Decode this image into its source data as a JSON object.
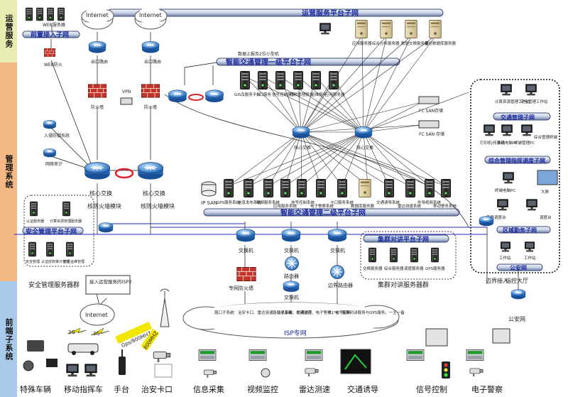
{
  "bands": {
    "ops": "运营服务",
    "mgmt": "管理系统",
    "front": "前端子系统"
  },
  "buses": {
    "ops_platform": "运营服务平台子网",
    "front_access": "前置接入子网",
    "its_l1": "智能交通管理一级平台子网",
    "its_l2": "智能交通管理二级平台子网",
    "security_platform": "安全管理平台子网",
    "trunking": "集群对讲平台子网",
    "command_center": "综合管理指挥调度子网",
    "zone_ctrl": "交通管理子网",
    "police_sub": "区域勤务子网",
    "public_security": "公安网"
  },
  "labels": {
    "internet": "Internet",
    "web_server": "WEB服务器",
    "web_firewall": "WEB防火",
    "egress_router": "出口路由",
    "firewall": "防火墙",
    "vpn": "VPN",
    "intrusion_detection": "入侵防御系统",
    "net_audit": "网络审计",
    "core_switch": "核心交换",
    "core_firewall": "核防火墙模块",
    "ops_servers": [
      "应用服务器",
      "综合分析服务器",
      "数据交换服务器",
      "备份数据库服务器"
    ],
    "l1_note": "数据上报及2位小型机",
    "l1_servers": [
      "GIS及服务平台",
      "卡口服务",
      "信号控制服务",
      "视频管理服务",
      "运维服务",
      "应用服务器"
    ],
    "l1_switch": "核心交换",
    "fc_san_1": "FC SAN存储",
    "fc_san_2": "FC SAN 存储",
    "ip_san": "IP SAN",
    "l2_servers": [
      "GPS服务系统",
      "信息发布系统",
      "视频服务系统",
      "应用服务系统",
      "信号控制系统",
      "电子警察系统",
      "卡口服务系统",
      "数据库服务器",
      "交通诱导系统",
      "雷达测速系统",
      "外场视频系统",
      "移动警务系统"
    ],
    "sec_servers": [
      "认证服务器",
      "计算资源管理服务器",
      "安全管理",
      "认证授权审计管理",
      "安全运维管理"
    ],
    "security_caption": "安全管理服务器群",
    "trunk_servers": [
      "交换服务器",
      "综合服务器",
      "调度服务器",
      "GPS服务器"
    ],
    "trunk_caption": "集群对讲服务器群",
    "switch": "交换机",
    "dedicated_firewall": "专网防火墙",
    "router": "路由器",
    "border_router": "边界路由器",
    "boundary_access": "边界接入",
    "command_hall": "指控大厅",
    "isp_box": "接入运营服务的ISP2",
    "cloud_text_1": "路口子系统：治安卡口、雷达测速、信息采集、交通诱导",
    "cloud_text_2": "路口子系统：视频监控、电子警察、信号控制",
    "cloud_text_3": "E1*4：集群对讲服务与GPS服务，一主一备",
    "isp_net": "ISP专网",
    "net_3g_a": "3G",
    "net_3g_b": "3G",
    "gps_link": "Gps/800MHZ",
    "link_800": "800MHZ",
    "cmd_items": [
      "计算资源管理工作站",
      "安全管理工作站",
      "打印机/传真机",
      "移动电脑PC",
      "终端管理PC",
      "综合管理终端",
      "终端电脑PC",
      "大屏",
      "集群调度台",
      "调度台",
      "工作站",
      "工作站"
    ],
    "cmd_printer": "打印机/传真机",
    "big_screen": "大屏",
    "workstation": "工作站"
  },
  "front_items": [
    "特殊车辆",
    "移动指挥车",
    "手台",
    "治安卡口",
    "信息采集",
    "视频监控",
    "雷达测速",
    "交通诱导",
    "信号控制",
    "电子警察"
  ]
}
